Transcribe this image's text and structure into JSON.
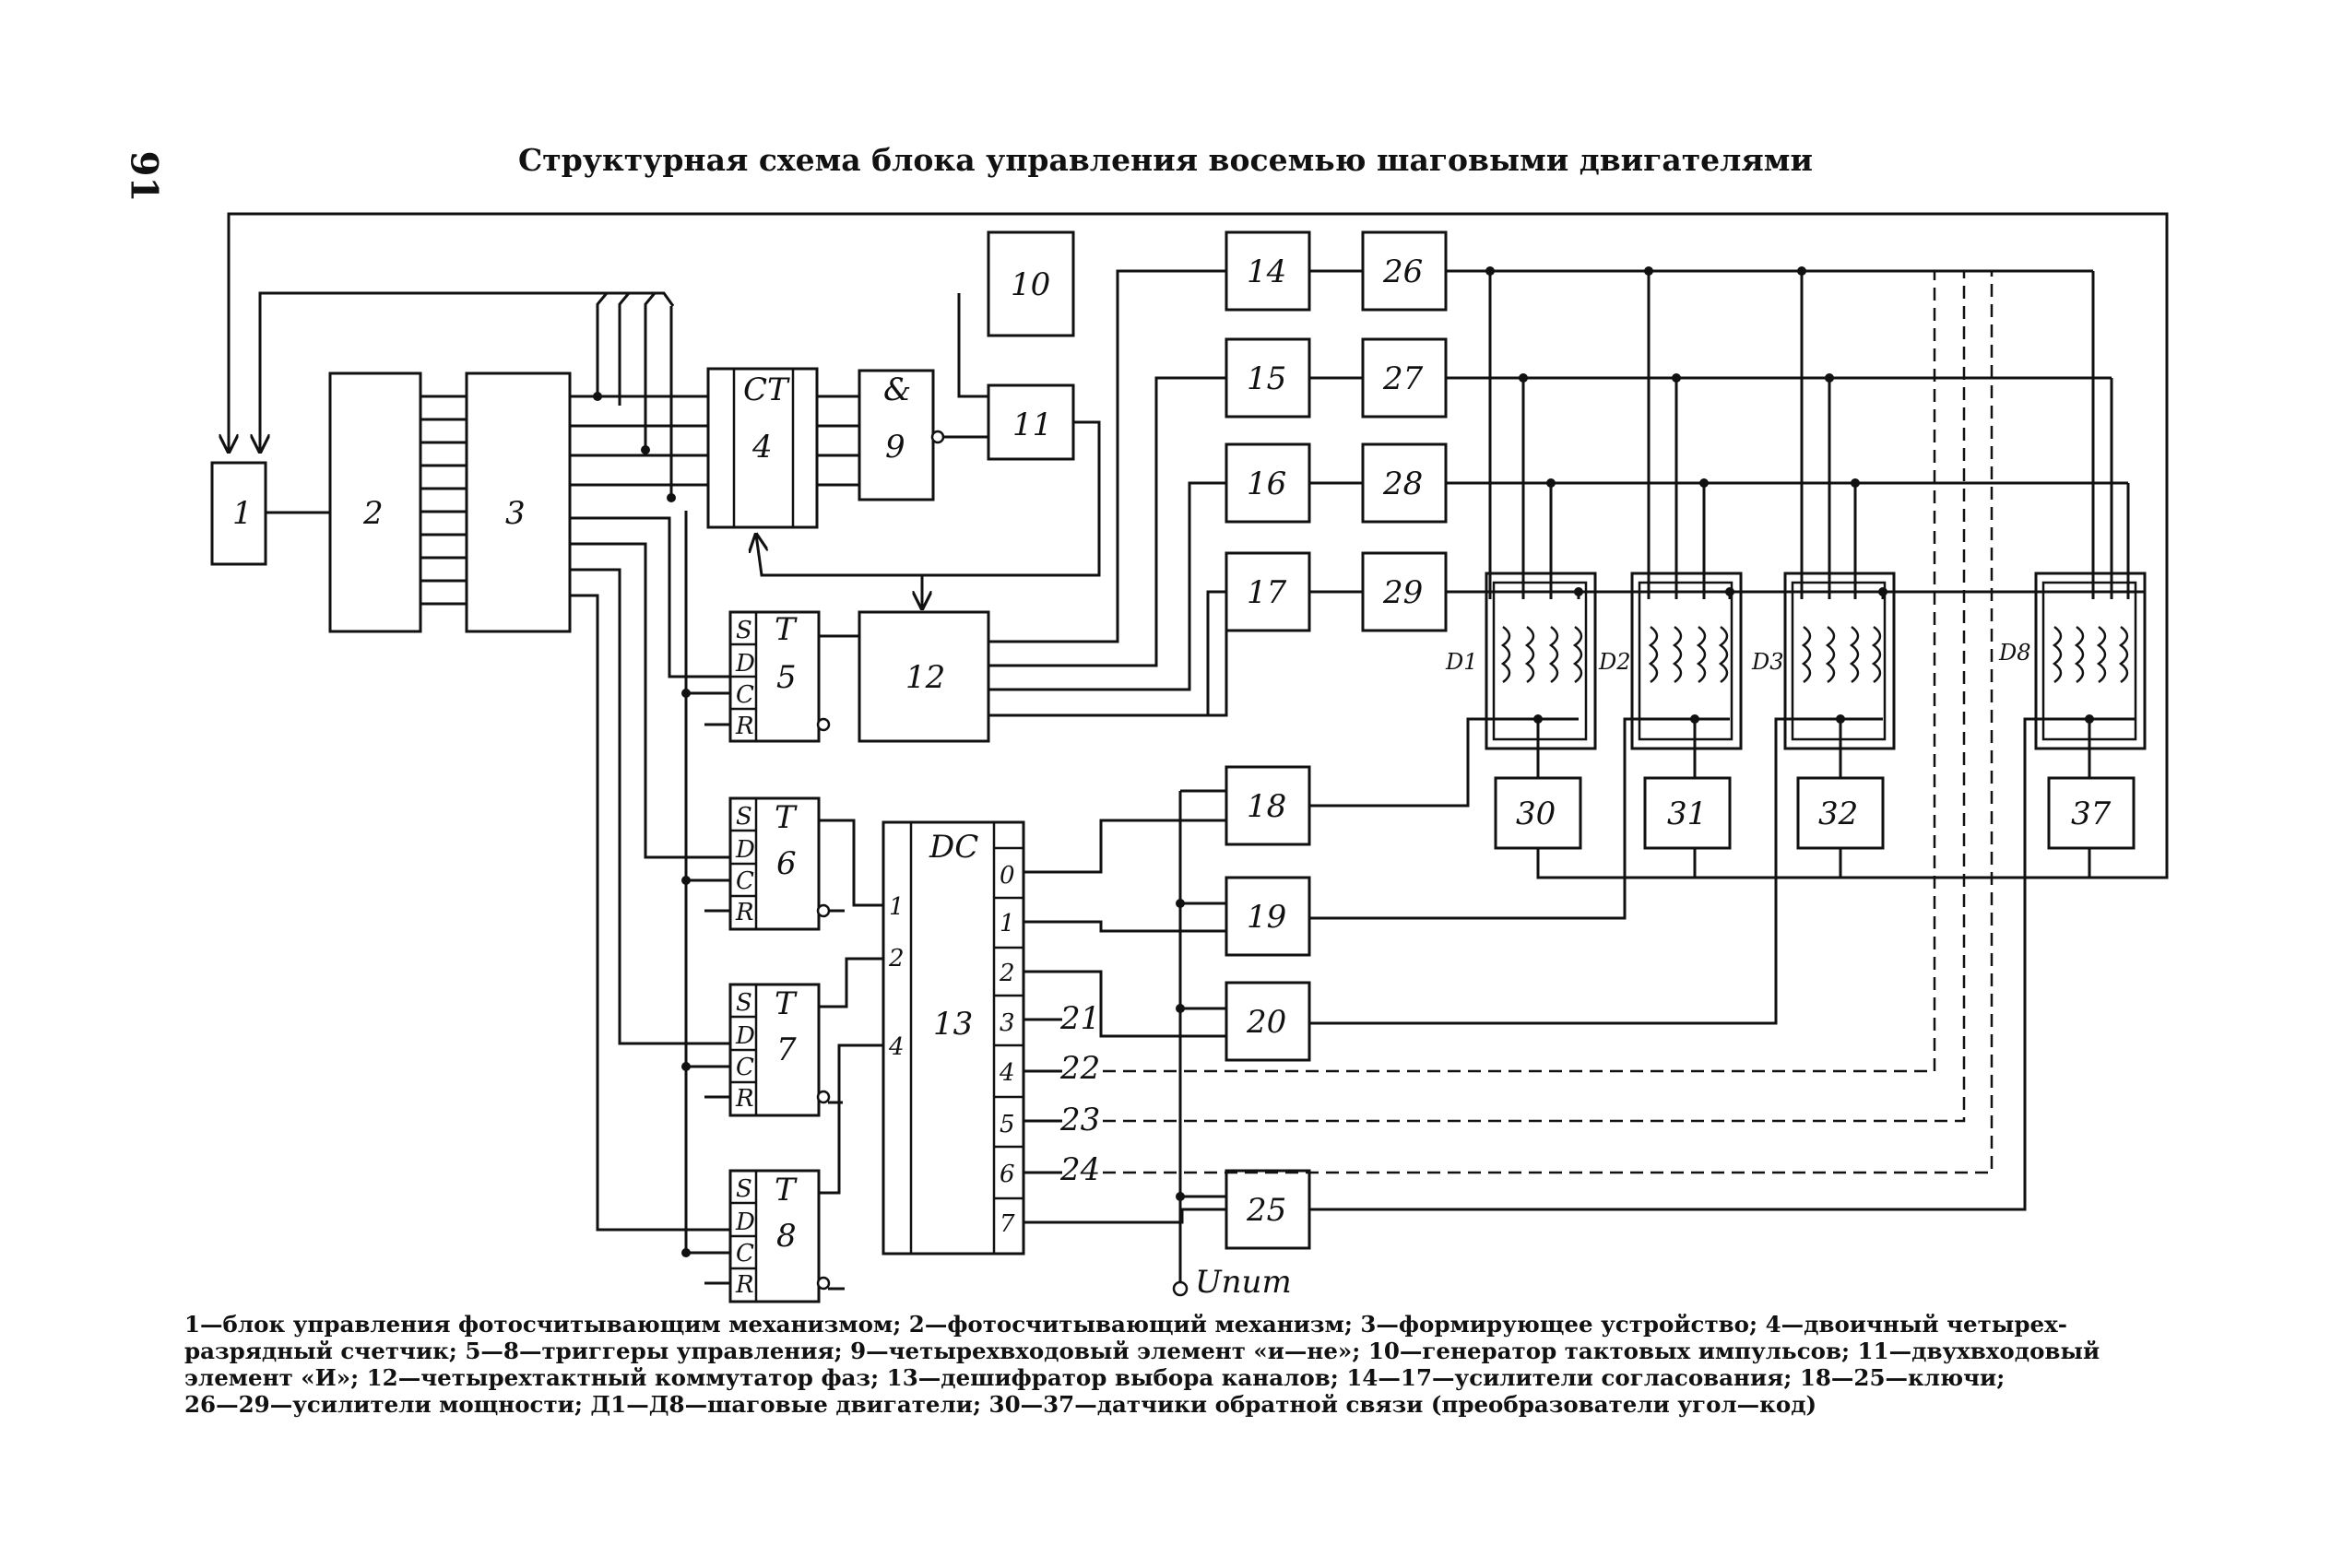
{
  "page_number": "91",
  "title": "Структурная схема блока управления восемью шаговыми двигателями",
  "blocks": {
    "b1": "1",
    "b2": "2",
    "b3": "3",
    "b4": "4",
    "b9": "9",
    "b10": "10",
    "b11": "11",
    "b12": "12",
    "b13": "13",
    "b5": "5",
    "b6": "6",
    "b7": "7",
    "b8": "8",
    "b14": "14",
    "b15": "15",
    "b16": "16",
    "b17": "17",
    "b18": "18",
    "b19": "19",
    "b20": "20",
    "b25": "25",
    "b26": "26",
    "b27": "27",
    "b28": "28",
    "b29": "29",
    "b30": "30",
    "b31": "31",
    "b32": "32",
    "b37": "37"
  },
  "block_marks": {
    "counter": "CT",
    "and_gate": "&",
    "decoder": "DC",
    "trigger": "T"
  },
  "trigger_pins": [
    "S",
    "D",
    "C",
    "R"
  ],
  "decoder_inputs": [
    "1",
    "2",
    "4"
  ],
  "decoder_outputs": [
    "0",
    "1",
    "2",
    "3",
    "4",
    "5",
    "6",
    "7"
  ],
  "decoder_output_refs": [
    "21",
    "22",
    "23",
    "24"
  ],
  "motors": [
    "D1",
    "D2",
    "D3",
    "D8"
  ],
  "supply_label": "Uпит",
  "legend": [
    "1—блок управления фотосчитывающим механизмом; 2—фотосчитывающий механизм; 3—формирующее устройство; 4—двоичный четырех-",
    "разрядный счетчик; 5—8—триггеры управления; 9—четырехвходовый элемент «и—не»; 10—генератор тактовых импульсов; 11—двухвходовый",
    "элемент «И»; 12—четырехтактный коммутатор фаз; 13—дешифратор выбора каналов; 14—17—усилители согласования; 18—25—ключи;",
    "26—29—усилители мощности; Д1—Д8—шаговые двигатели; 30—37—датчики обратной связи (преобразователи угол—код)"
  ]
}
